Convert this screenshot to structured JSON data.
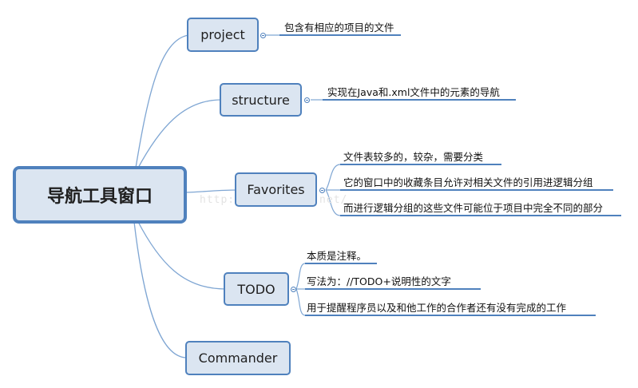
{
  "root": {
    "label": "导航工具窗口"
  },
  "branches": [
    {
      "label": "project",
      "notes": [
        "包含有相应的项目的文件"
      ]
    },
    {
      "label": "structure",
      "notes": [
        "实现在Java和.xml文件中的元素的导航"
      ]
    },
    {
      "label": "Favorites",
      "notes": [
        "文件表较多的，较杂，需要分类",
        "它的窗口中的收藏条目允许对相关文件的引用进逻辑分组",
        "而进行逻辑分组的这些文件可能位于项目中完全不同的部分"
      ]
    },
    {
      "label": "TODO",
      "notes": [
        "本质是注释。",
        "写法为：//TODO+说明性的文字",
        "用于提醒程序员以及和他工作的合作者还有没有完成的工作"
      ]
    },
    {
      "label": "Commander",
      "notes": []
    }
  ],
  "watermark": "http://blog.csdn.net/",
  "colors": {
    "line": "#4f81bd",
    "fill": "#dbe5f1",
    "curve": "#7fa6d3",
    "underline": "#4f81bd"
  }
}
